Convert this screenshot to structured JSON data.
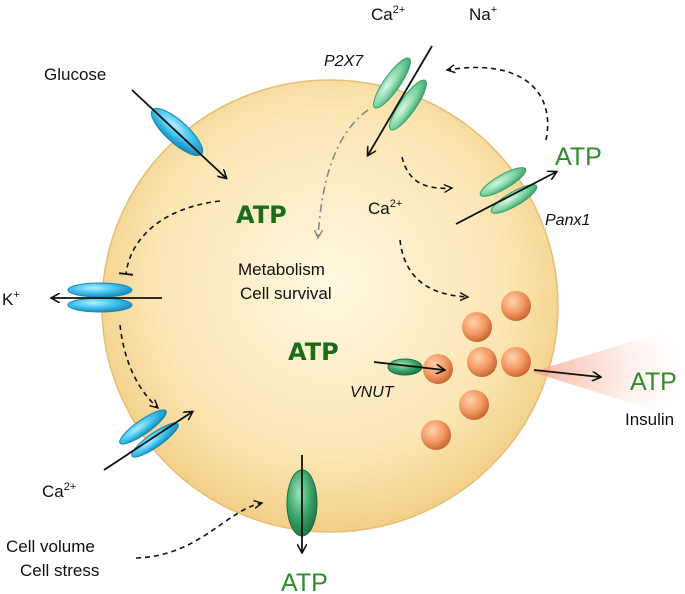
{
  "labels": {
    "glucose": "Glucose",
    "k_ion": "K",
    "k_charge": "+",
    "ca_top": "Ca",
    "ca_top_charge": "2+",
    "na_top": "Na",
    "na_top_charge": "+",
    "p2x7": "P2X7",
    "ca_inner": "Ca",
    "ca_inner_charge": "2+",
    "panx1": "Panx1",
    "metabolism": "Metabolism",
    "cell_survival": "Cell survival",
    "vnut": "VNUT",
    "ca_bottom": "Ca",
    "ca_bottom_charge": "2+",
    "cell_volume": "Cell volume",
    "cell_stress": "Cell stress",
    "insulin": "Insulin"
  },
  "atp": {
    "inner_top": "ATP",
    "inner_mid": "ATP",
    "panx1_out": "ATP",
    "bottom_out": "ATP",
    "insulin_out": "ATP"
  },
  "colors": {
    "cell_fill_center": "#fff5d9",
    "cell_fill_edge": "#f3d38e",
    "cell_stroke": "#e2b866",
    "channel_blue": "#3ec3ee",
    "channel_green": "#6fd3a0",
    "channel_dark_green": "#2f9a5c",
    "vesicle": "#ef8a52",
    "atp_green": "#1a6b1a",
    "atp_light_green": "#2e8b2e",
    "arrow": "#111111"
  }
}
